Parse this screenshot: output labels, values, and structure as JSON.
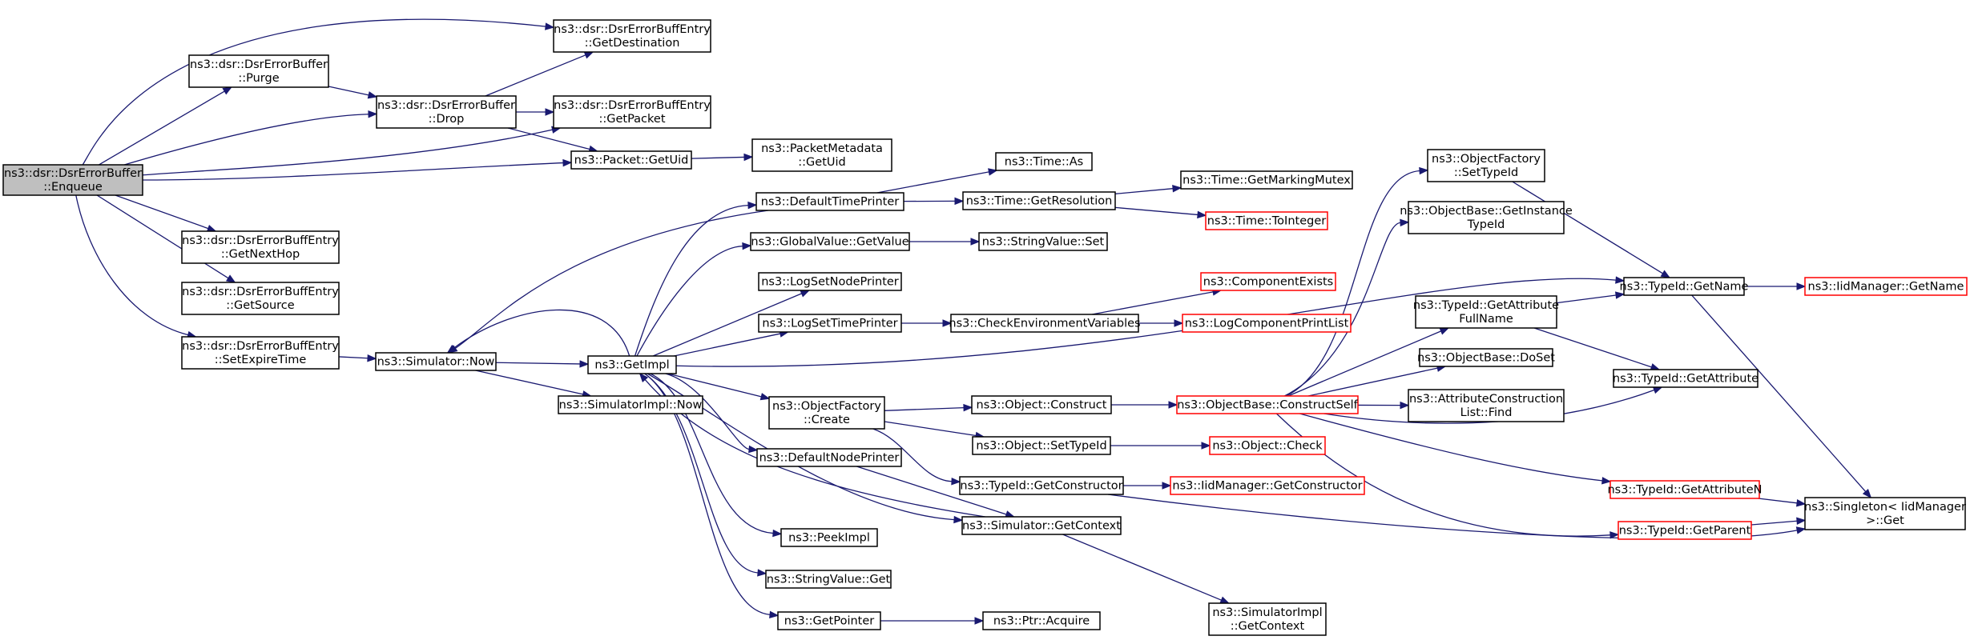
{
  "diagram": {
    "colors": {
      "root_fill": "#bfbfbf",
      "node_fill": "#ffffff",
      "node_border": "#000000",
      "truncated_border": "#ff0000",
      "edge": "#191970"
    },
    "nodes": [
      {
        "id": "enqueue",
        "label": [
          "ns3::dsr::DsrErrorBuffer",
          "::Enqueue"
        ],
        "root": true
      },
      {
        "id": "getdest",
        "label": [
          "ns3::dsr::DsrErrorBuffEntry",
          "::GetDestination"
        ]
      },
      {
        "id": "purge",
        "label": [
          "ns3::dsr::DsrErrorBuffer",
          "::Purge"
        ]
      },
      {
        "id": "drop",
        "label": [
          "ns3::dsr::DsrErrorBuffer",
          "::Drop"
        ]
      },
      {
        "id": "getpacket",
        "label": [
          "ns3::dsr::DsrErrorBuffEntry",
          "::GetPacket"
        ]
      },
      {
        "id": "getuid",
        "label": [
          "ns3::Packet::GetUid"
        ]
      },
      {
        "id": "pmgetuid",
        "label": [
          "ns3::PacketMetadata",
          "::GetUid"
        ]
      },
      {
        "id": "getnexthop",
        "label": [
          "ns3::dsr::DsrErrorBuffEntry",
          "::GetNextHop"
        ]
      },
      {
        "id": "getsource",
        "label": [
          "ns3::dsr::DsrErrorBuffEntry",
          "::GetSource"
        ]
      },
      {
        "id": "setexpire",
        "label": [
          "ns3::dsr::DsrErrorBuffEntry",
          "::SetExpireTime"
        ]
      },
      {
        "id": "simnow",
        "label": [
          "ns3::Simulator::Now"
        ]
      },
      {
        "id": "getimpl",
        "label": [
          "ns3::GetImpl"
        ]
      },
      {
        "id": "simimplnow",
        "label": [
          "ns3::SimulatorImpl::Now"
        ]
      },
      {
        "id": "deftimeprinter",
        "label": [
          "ns3::DefaultTimePrinter"
        ]
      },
      {
        "id": "timeas",
        "label": [
          "ns3::Time::As"
        ]
      },
      {
        "id": "timegetres",
        "label": [
          "ns3::Time::GetResolution"
        ]
      },
      {
        "id": "timemutex",
        "label": [
          "ns3::Time::GetMarkingMutex"
        ]
      },
      {
        "id": "timetoint",
        "label": [
          "ns3::Time::ToInteger"
        ],
        "truncated": true
      },
      {
        "id": "gvgetvalue",
        "label": [
          "ns3::GlobalValue::GetValue"
        ]
      },
      {
        "id": "svset",
        "label": [
          "ns3::StringValue::Set"
        ]
      },
      {
        "id": "logsetnode",
        "label": [
          "ns3::LogSetNodePrinter"
        ]
      },
      {
        "id": "logsettime",
        "label": [
          "ns3::LogSetTimePrinter"
        ]
      },
      {
        "id": "checkenv",
        "label": [
          "ns3::CheckEnvironmentVariables"
        ]
      },
      {
        "id": "compexists",
        "label": [
          "ns3::ComponentExists"
        ],
        "truncated": true
      },
      {
        "id": "logcomplist",
        "label": [
          "ns3::LogComponentPrintList"
        ],
        "truncated": true
      },
      {
        "id": "ofcreate",
        "label": [
          "ns3::ObjectFactory",
          "::Create"
        ]
      },
      {
        "id": "objconstruct",
        "label": [
          "ns3::Object::Construct"
        ]
      },
      {
        "id": "obconstructself",
        "label": [
          "ns3::ObjectBase::ConstructSelf"
        ],
        "truncated": true
      },
      {
        "id": "objsettypeid",
        "label": [
          "ns3::Object::SetTypeId"
        ]
      },
      {
        "id": "objcheck",
        "label": [
          "ns3::Object::Check"
        ],
        "truncated": true
      },
      {
        "id": "defnodeprinter",
        "label": [
          "ns3::DefaultNodePrinter"
        ]
      },
      {
        "id": "tidgetctor",
        "label": [
          "ns3::TypeId::GetConstructor"
        ]
      },
      {
        "id": "iidgetctor",
        "label": [
          "ns3::IidManager::GetConstructor"
        ],
        "truncated": true
      },
      {
        "id": "simgetctx",
        "label": [
          "ns3::Simulator::GetContext"
        ]
      },
      {
        "id": "peekimpl",
        "label": [
          "ns3::PeekImpl"
        ]
      },
      {
        "id": "svget",
        "label": [
          "ns3::StringValue::Get"
        ]
      },
      {
        "id": "getpointer",
        "label": [
          "ns3::GetPointer"
        ]
      },
      {
        "id": "ptracquire",
        "label": [
          "ns3::Ptr::Acquire"
        ]
      },
      {
        "id": "simimplctx",
        "label": [
          "ns3::SimulatorImpl",
          "::GetContext"
        ]
      },
      {
        "id": "ofsettypeid",
        "label": [
          "ns3::ObjectFactory",
          "::SetTypeId"
        ]
      },
      {
        "id": "obgetinst",
        "label": [
          "ns3::ObjectBase::GetInstance",
          "TypeId"
        ]
      },
      {
        "id": "tidgetattrfull",
        "label": [
          "ns3::TypeId::GetAttribute",
          "FullName"
        ]
      },
      {
        "id": "obdoset",
        "label": [
          "ns3::ObjectBase::DoSet"
        ]
      },
      {
        "id": "acfind",
        "label": [
          "ns3::AttributeConstruction",
          "List::Find"
        ]
      },
      {
        "id": "tidgetname",
        "label": [
          "ns3::TypeId::GetName"
        ]
      },
      {
        "id": "iidgetname",
        "label": [
          "ns3::IidManager::GetName"
        ],
        "truncated": true
      },
      {
        "id": "tidgetattr",
        "label": [
          "ns3::TypeId::GetAttribute"
        ]
      },
      {
        "id": "tidgetattrn",
        "label": [
          "ns3::TypeId::GetAttributeN"
        ],
        "truncated": true
      },
      {
        "id": "tidgetparent",
        "label": [
          "ns3::TypeId::GetParent"
        ],
        "truncated": true
      },
      {
        "id": "singletonget",
        "label": [
          "ns3::Singleton< IidManager",
          ">::Get"
        ]
      }
    ]
  }
}
